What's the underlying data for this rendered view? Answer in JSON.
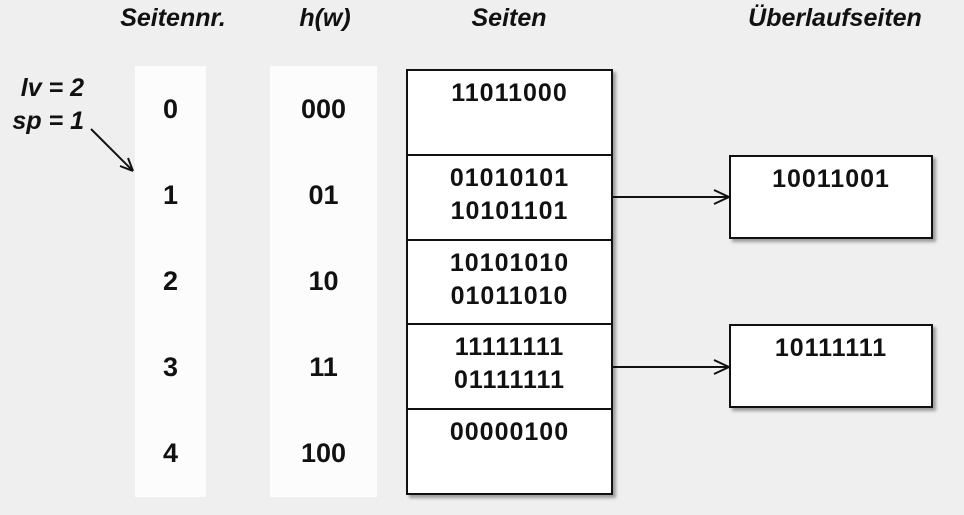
{
  "headers": {
    "pagenr": "Seitennr.",
    "hash": "h(w)",
    "pages": "Seiten",
    "overflow": "Überlaufseiten"
  },
  "annotation": {
    "level": "lv = 2",
    "split_pointer": "sp = 1"
  },
  "rows": [
    {
      "nr": "0",
      "hash": "000",
      "line1": "11011000",
      "line2": ""
    },
    {
      "nr": "1",
      "hash": "01",
      "line1": "01010101",
      "line2": "10101101"
    },
    {
      "nr": "2",
      "hash": "10",
      "line1": "10101010",
      "line2": "01011010"
    },
    {
      "nr": "3",
      "hash": "11",
      "line1": "11111111",
      "line2": "01111111"
    },
    {
      "nr": "4",
      "hash": "100",
      "line1": "00000100",
      "line2": ""
    }
  ],
  "overflow_pages": [
    {
      "target_row": "1",
      "value": "10011001"
    },
    {
      "target_row": "3",
      "value": "10111111"
    }
  ],
  "icons": {
    "overflow_link": "right-arrow",
    "split_pointer": "down-right-arrow"
  },
  "colors": {
    "background": "#efefef",
    "strip_fill": "#fcfcfc",
    "box_fill": "#ffffff",
    "border": "#111111",
    "text": "#111111"
  }
}
